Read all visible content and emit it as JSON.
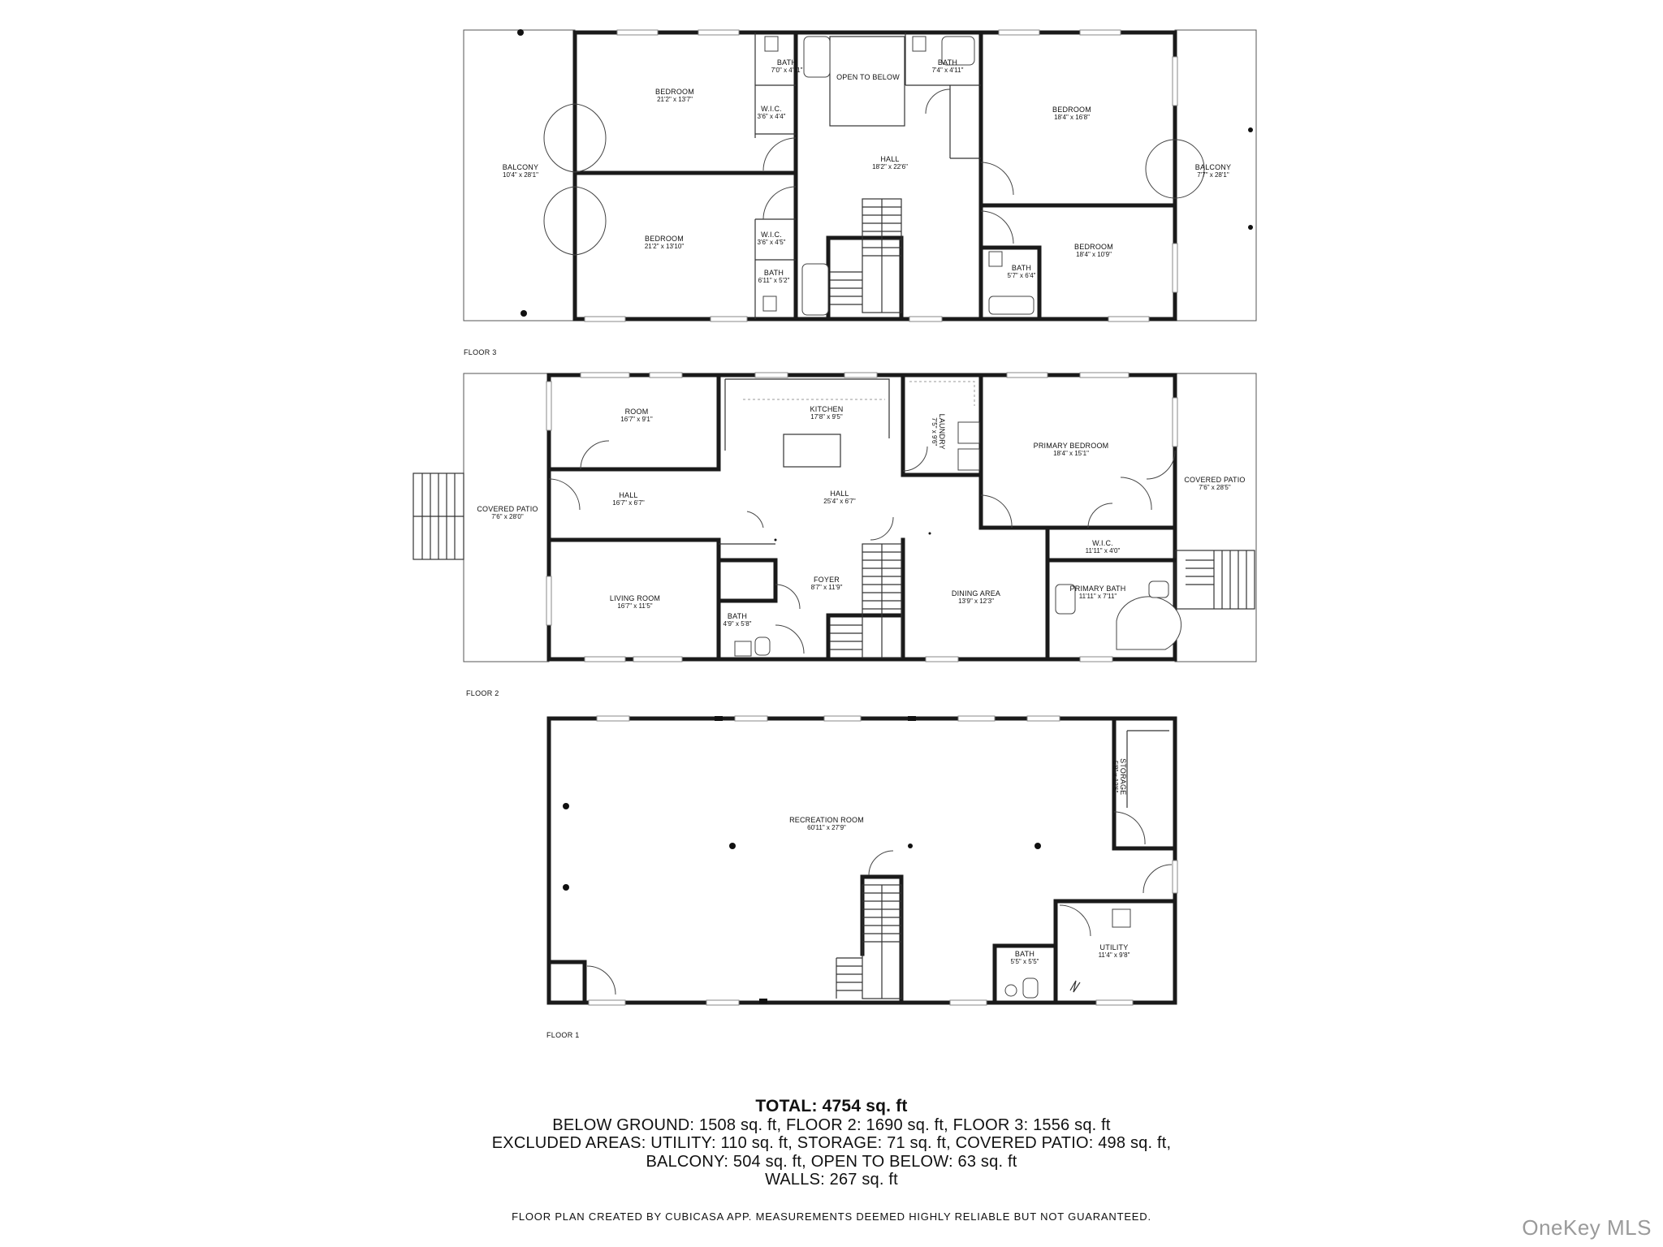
{
  "floors": {
    "floor3": {
      "label": "FLOOR 3",
      "rooms": {
        "balcony_w": {
          "name": "BALCONY",
          "dim": "10'4\" x 28'1\""
        },
        "bedroom_nw": {
          "name": "BEDROOM",
          "dim": "21'2\" x 13'7\""
        },
        "wic_nw": {
          "name": "W.I.C.",
          "dim": "3'6\" x 4'4\""
        },
        "bath_n1": {
          "name": "BATH",
          "dim": "7'0\" x 4'11\""
        },
        "open_below": {
          "name": "OPEN TO BELOW",
          "dim": ""
        },
        "bath_n2": {
          "name": "BATH",
          "dim": "7'4\" x 4'11\""
        },
        "bedroom_ne": {
          "name": "BEDROOM",
          "dim": "18'4\" x 16'8\""
        },
        "hall": {
          "name": "HALL",
          "dim": "18'2\" x 22'6\""
        },
        "balcony_e": {
          "name": "BALCONY",
          "dim": "7'7\" x 28'1\""
        },
        "bedroom_sw": {
          "name": "BEDROOM",
          "dim": "21'2\" x 13'10\""
        },
        "wic_sw": {
          "name": "W.I.C.",
          "dim": "3'6\" x 4'5\""
        },
        "bath_s": {
          "name": "BATH",
          "dim": "6'11\" x 5'2\""
        },
        "bedroom_se": {
          "name": "BEDROOM",
          "dim": "18'4\" x 10'9\""
        },
        "bath_se": {
          "name": "BATH",
          "dim": "5'7\" x 6'4\""
        }
      }
    },
    "floor2": {
      "label": "FLOOR 2",
      "rooms": {
        "room": {
          "name": "ROOM",
          "dim": "16'7\" x 9'1\""
        },
        "kitchen": {
          "name": "KITCHEN",
          "dim": "17'8\" x 9'5\""
        },
        "laundry": {
          "name": "LAUNDRY",
          "dim": "7'5\" x 9'6\""
        },
        "primary_bedroom": {
          "name": "PRIMARY BEDROOM",
          "dim": "18'4\" x 15'1\""
        },
        "covered_patio_w": {
          "name": "COVERED PATIO",
          "dim": "7'6\" x 28'0\""
        },
        "hall_w": {
          "name": "HALL",
          "dim": "16'7\" x 6'7\""
        },
        "hall_c": {
          "name": "HALL",
          "dim": "25'4\" x 6'7\""
        },
        "covered_patio_e": {
          "name": "COVERED PATIO",
          "dim": "7'6\" x 28'5\""
        },
        "wic": {
          "name": "W.I.C.",
          "dim": "11'11\" x 4'0\""
        },
        "foyer": {
          "name": "FOYER",
          "dim": "8'7\" x 11'9\""
        },
        "living_room": {
          "name": "LIVING ROOM",
          "dim": "16'7\" x 11'5\""
        },
        "dining_area": {
          "name": "DINING AREA",
          "dim": "13'9\" x 12'3\""
        },
        "primary_bath": {
          "name": "PRIMARY BATH",
          "dim": "11'11\" x 7'11\""
        },
        "bath": {
          "name": "BATH",
          "dim": "4'9\" x 5'8\""
        }
      }
    },
    "floor1": {
      "label": "FLOOR 1",
      "rooms": {
        "recreation_room": {
          "name": "RECREATION ROOM",
          "dim": "60'11\" x 27'9\""
        },
        "storage": {
          "name": "STORAGE",
          "dim": "5'8\" x 12'6\""
        },
        "bath": {
          "name": "BATH",
          "dim": "5'5\" x 5'5\""
        },
        "utility": {
          "name": "UTILITY",
          "dim": "11'4\" x 9'8\""
        }
      }
    }
  },
  "summary": {
    "total": "TOTAL: 4754 sq. ft",
    "line1": "BELOW GROUND: 1508 sq. ft, FLOOR 2: 1690 sq. ft, FLOOR 3: 1556 sq. ft",
    "line2": "EXCLUDED AREAS: UTILITY: 110 sq. ft, STORAGE: 71 sq. ft, COVERED PATIO: 498 sq. ft,",
    "line3": "BALCONY: 504 sq. ft, OPEN TO BELOW: 63 sq. ft",
    "line4": "WALLS: 267 sq. ft"
  },
  "disclaimer": "FLOOR PLAN CREATED BY CUBICASA APP. MEASUREMENTS DEEMED HIGHLY RELIABLE BUT NOT GUARANTEED.",
  "watermark": "OneKey MLS"
}
